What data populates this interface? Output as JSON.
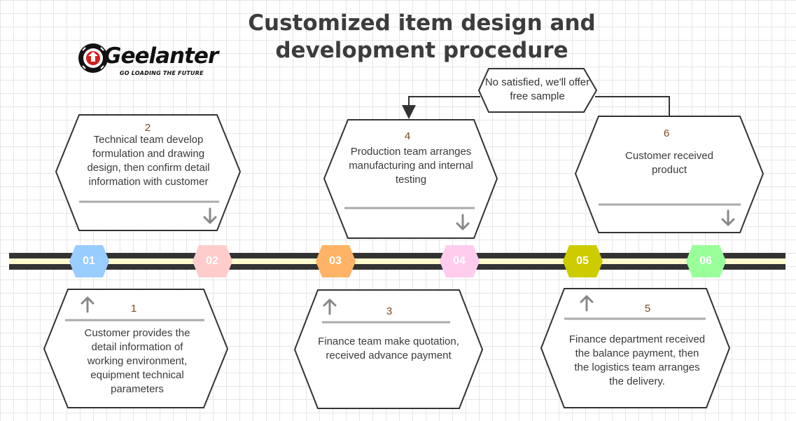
{
  "title": "Customized item design and development procedure",
  "logo": {
    "name": "Geelanter",
    "tagline": "GO LOADING THE FUTURE"
  },
  "callout": "No satisfied, we'll offer free sample",
  "badges": [
    {
      "label": "01",
      "color": "#99ccff"
    },
    {
      "label": "02",
      "color": "#ffcccc"
    },
    {
      "label": "03",
      "color": "#ffb366"
    },
    {
      "label": "04",
      "color": "#ffccee"
    },
    {
      "label": "05",
      "color": "#cccc00"
    },
    {
      "label": "06",
      "color": "#99ff99"
    }
  ],
  "steps": [
    {
      "number": "1",
      "text": "Customer provides the detail information of working environment, equipment technical parameters"
    },
    {
      "number": "2",
      "text": "Technical team develop formulation and drawing design, then confirm detail information with customer"
    },
    {
      "number": "3",
      "text": "Finance team make quotation, received advance payment"
    },
    {
      "number": "4",
      "text": "Production team arranges manufacturing and internal testing"
    },
    {
      "number": "5",
      "text": "Finance department received the balance payment, then the logistics team arranges the delivery."
    },
    {
      "number": "6",
      "text": "Customer received product"
    }
  ],
  "colors": {
    "timeline": "#333333",
    "timeline_fill": "#fffacd",
    "outline": "#333333",
    "divider": "#aaaaaa",
    "arrow": "#888888"
  }
}
